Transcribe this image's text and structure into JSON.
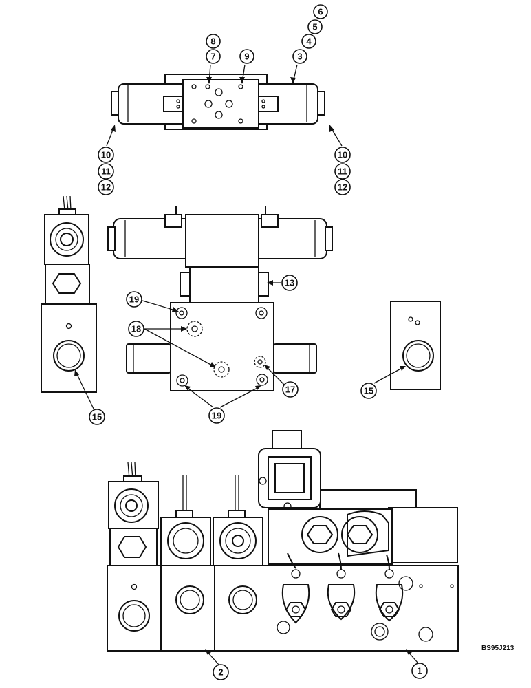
{
  "callouts": {
    "c6": "6",
    "c5": "5",
    "c4": "4",
    "c3": "3",
    "c8": "8",
    "c7": "7",
    "c9": "9",
    "c10a": "10",
    "c11a": "11",
    "c12a": "12",
    "c10b": "10",
    "c11b": "11",
    "c12b": "12",
    "c13": "13",
    "c19a": "19",
    "c18": "18",
    "c17": "17",
    "c19b": "19",
    "c15a": "15",
    "c15b": "15",
    "c2": "2",
    "c1": "1"
  },
  "reference_code": "BS95J213"
}
